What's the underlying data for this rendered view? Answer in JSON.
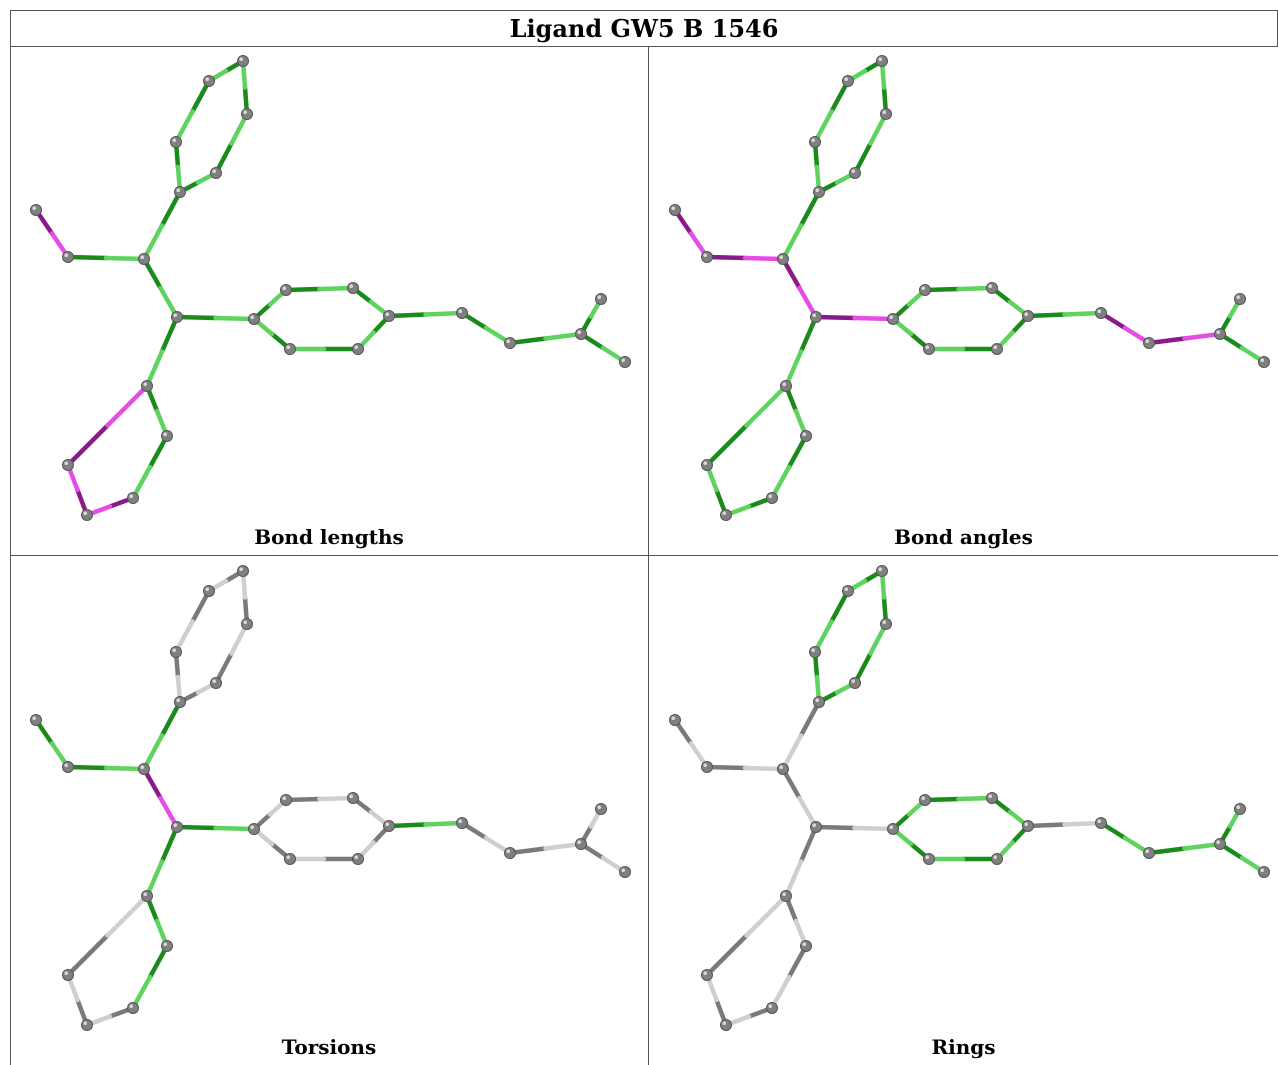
{
  "title": "Ligand GW5 B 1546",
  "colors": {
    "ok_light": "#5fd35f",
    "ok_dark": "#1a8a1a",
    "outlier_light": "#e64de6",
    "outlier_dark": "#8a1a8a",
    "neutral_light": "#cfcfcf",
    "neutral_dark": "#7a7a7a",
    "atom": "#808080"
  },
  "panels": [
    {
      "id": "bond-lengths",
      "caption": "Bond lengths",
      "bonds": [
        "g",
        "g",
        "g",
        "g",
        "g",
        "g",
        "g",
        "g",
        "g",
        "m",
        "g",
        "g",
        "g",
        "g",
        "g",
        "g",
        "g",
        "g",
        "g",
        "g",
        "g",
        "g",
        "g",
        "g",
        "g",
        "m",
        "m"
      ]
    },
    {
      "id": "bond-angles",
      "caption": "Bond angles",
      "bonds": [
        "g",
        "g",
        "g",
        "g",
        "g",
        "g",
        "g",
        "m",
        "m",
        "m",
        "m",
        "g",
        "g",
        "g",
        "g",
        "g",
        "g",
        "g",
        "m",
        "m",
        "g",
        "g",
        "g",
        "g",
        "g",
        "g",
        "g"
      ]
    },
    {
      "id": "torsions",
      "caption": "Torsions",
      "bonds": [
        "n",
        "n",
        "n",
        "n",
        "n",
        "n",
        "g",
        "m",
        "g",
        "g",
        "g",
        "n",
        "n",
        "n",
        "n",
        "n",
        "n",
        "g",
        "n",
        "n",
        "n",
        "n",
        "g",
        "g",
        "g",
        "n",
        "n"
      ]
    },
    {
      "id": "rings",
      "caption": "Rings",
      "bonds": [
        "g",
        "g",
        "g",
        "g",
        "g",
        "g",
        "n",
        "n",
        "n",
        "n",
        "n",
        "g",
        "g",
        "g",
        "g",
        "g",
        "g",
        "n",
        "g",
        "g",
        "g",
        "g",
        "n",
        "n",
        "n",
        "n",
        "n"
      ]
    }
  ]
}
